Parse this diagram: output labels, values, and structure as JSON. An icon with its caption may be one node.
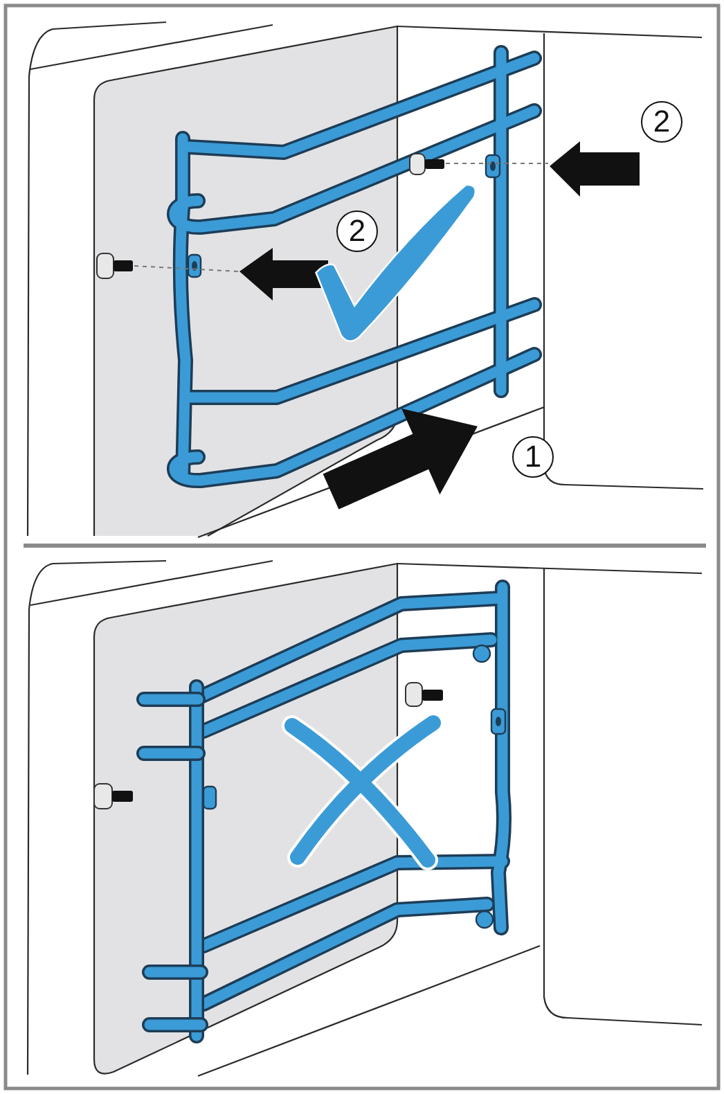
{
  "diagram": {
    "labels": [
      "2",
      "2",
      "1"
    ]
  }
}
